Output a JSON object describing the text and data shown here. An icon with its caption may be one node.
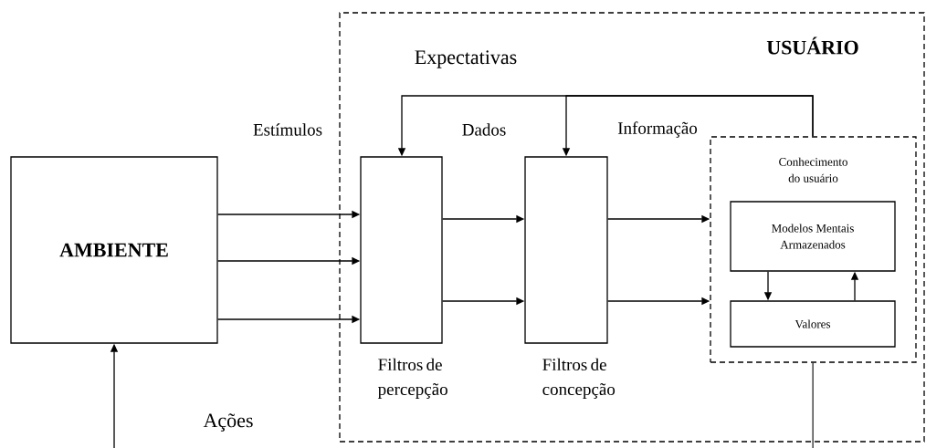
{
  "diagram": {
    "nodes": [
      {
        "text": [
          "AMBIENTE"
        ]
      },
      {
        "text": [
          "USUÁRIO"
        ]
      },
      {
        "text": [
          "Filtros de percepção"
        ],
        "in": 1
      },
      {
        "text": [
          "Filtros de concepção"
        ],
        "in": 1
      },
      {
        "text": [
          "Conhecimento do usuário"
        ],
        "in": 1
      },
      {
        "text": [
          "Modelos Mentais Armazenados"
        ],
        "in": 4
      },
      {
        "text": [
          "Valores"
        ],
        "in": 4
      }
    ],
    "edges": [
      {
        "from": 0,
        "to": 2,
        "arrow": "to"
      },
      {
        "from": 0,
        "to": 2,
        "arrow": "to"
      },
      {
        "from": 0,
        "to": 2,
        "arrow": "to"
      },
      {
        "from": 2,
        "to": 3,
        "arrow": "to"
      },
      {
        "from": 2,
        "to": 3,
        "arrow": "to"
      },
      {
        "from": 3,
        "to": 4,
        "arrow": "to"
      },
      {
        "from": 3,
        "to": 4,
        "arrow": "to"
      },
      {
        "from": 5,
        "to": 6,
        "arrow": "to"
      },
      {
        "from": 6,
        "to": 5,
        "arrow": "to"
      },
      {
        "from": 4,
        "to": 2,
        "arrow": "to"
      },
      {
        "from": 4,
        "to": 3,
        "arrow": "to"
      },
      {
        "from": 4,
        "to": null,
        "arrow": "none"
      },
      {
        "from": null,
        "to": 0,
        "arrow": "to"
      }
    ],
    "labels": [
      "Expectativas",
      "Estímulos",
      "Dados",
      "Informação",
      "Ações"
    ]
  }
}
